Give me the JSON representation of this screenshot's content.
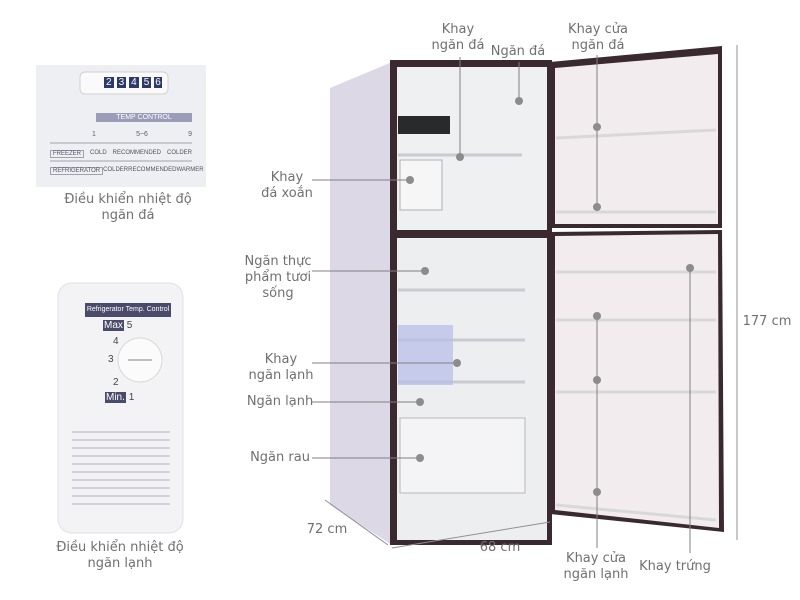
{
  "labels": {
    "freezer_tray": [
      "Khay",
      "ngăn đá"
    ],
    "freezer": "Ngăn đá",
    "freezer_door_tray": [
      "Khay cửa",
      "ngăn đá"
    ],
    "twist_ice_tray": [
      "Khay",
      "đá xoắn"
    ],
    "fresh_food": [
      "Ngăn thực",
      "phẩm tươi",
      "sống"
    ],
    "fridge_tray": [
      "Khay",
      "ngăn lạnh"
    ],
    "fridge": "Ngăn lạnh",
    "vegetable": "Ngăn rau",
    "fridge_door_tray": [
      "Khay cửa",
      "ngăn lạnh"
    ],
    "egg_tray": "Khay trứng"
  },
  "dimensions": {
    "height": "177 cm",
    "depth": "72 cm",
    "width": "68 cm"
  },
  "freezer_control": {
    "caption": [
      "Điều khiển nhiệt độ",
      "ngăn đá"
    ],
    "dial_numbers": [
      "2",
      "3",
      "4",
      "5",
      "6"
    ],
    "title": "TEMP CONTROL",
    "marks": [
      "1",
      "5~6",
      "9"
    ],
    "rows": [
      {
        "name": "FREEZER",
        "values": [
          "COLD",
          "RECOMMENDED",
          "COLDER"
        ]
      },
      {
        "name": "REFRIGERATOR",
        "values": [
          "COLDER",
          "RECOMMENDED",
          "WARMER"
        ]
      }
    ]
  },
  "fridge_control": {
    "caption": [
      "Điều khiển nhiệt độ",
      "ngăn lạnh"
    ],
    "title": "Refrigerator Temp. Control",
    "scale": [
      "Max",
      "5",
      "4",
      "3",
      "2",
      "Min.",
      "1"
    ]
  },
  "colors": {
    "label": "#707070",
    "leader": "#808080",
    "frame": "#3a2a30",
    "side": "#d8d4e4"
  }
}
